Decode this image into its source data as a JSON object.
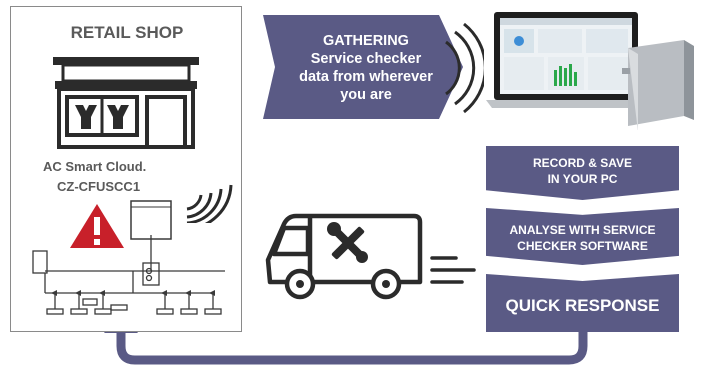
{
  "shop": {
    "title": "RETAIL SHOP",
    "device_line1": "AC Smart Cloud.",
    "device_line2": "CZ-CFUSCC1"
  },
  "gathering": {
    "line1": "GATHERING",
    "line2": "Service checker",
    "line3": "data from wherever",
    "line4": "you are"
  },
  "steps": [
    {
      "line1": "RECORD & SAVE",
      "line2": "IN YOUR PC"
    },
    {
      "line1": "ANALYSE WITH SERVICE",
      "line2": "CHECKER SOFTWARE"
    },
    {
      "line1": "QUICK RESPONSE"
    }
  ],
  "colors": {
    "accent": "#5a5a85",
    "warning": "#c8202a",
    "text_gray": "#5a5a5a",
    "icon_dark": "#2b2b2b"
  }
}
